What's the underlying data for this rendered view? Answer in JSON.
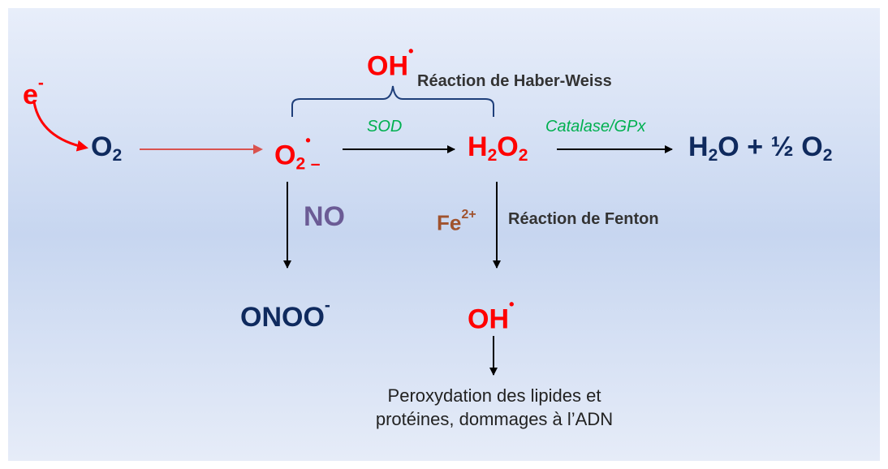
{
  "species": {
    "electron": {
      "main": "e",
      "sup": "-"
    },
    "oxygen": {
      "main": "O",
      "sub": "2"
    },
    "superoxide": {
      "main": "O",
      "sub": "2",
      "sup": "•",
      "charge": "–"
    },
    "peroxide": {
      "a": "H",
      "a_sub": "2",
      "b": "O",
      "b_sub": "2"
    },
    "water": {
      "a": "H",
      "a_sub": "2",
      "b": "O + ½ O",
      "b_sub": "2"
    },
    "hydroxyl_top": {
      "main": "OH",
      "sup": "•"
    },
    "hydroxyl_bottom": {
      "main": "OH",
      "sup": "•"
    },
    "peroxynitrite": {
      "main": "ONOO",
      "sup": "-"
    },
    "nitric_oxide": "NO",
    "iron": {
      "main": "Fe",
      "sup": "2+"
    }
  },
  "labels": {
    "haber_weiss": "Réaction de Haber-Weiss",
    "fenton": "Réaction de Fenton",
    "sod": "SOD",
    "catalase": "Catalase/GPx",
    "damage": "Peroxydation des lipides et protéines, dommages à l’ADN"
  },
  "colors": {
    "radical": "#ff0000",
    "stable": "#0f2a5e",
    "enzyme": "#00b050",
    "nitric_oxide": "#6b5b95",
    "iron": "#a0522d",
    "arrow": "#000000",
    "arrow_first": "#d9534f",
    "bracket": "#1f3f7a"
  }
}
